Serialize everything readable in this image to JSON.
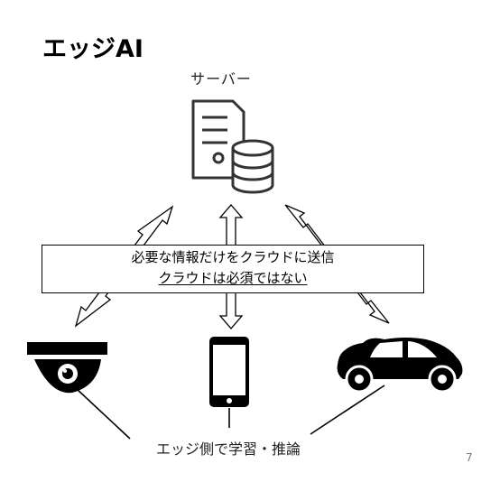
{
  "slide": {
    "title": "エッジAI",
    "server_label": "サーバー",
    "callout_line1": "必要な情報だけをクラウドに送信",
    "callout_line2": "クラウドは必須ではない",
    "edge_label": "エッジ側で学習・推論",
    "page_number": "7"
  },
  "icons": {
    "server": "server-database-icon",
    "camera": "security-camera-icon",
    "phone": "smartphone-icon",
    "car": "car-icon"
  }
}
